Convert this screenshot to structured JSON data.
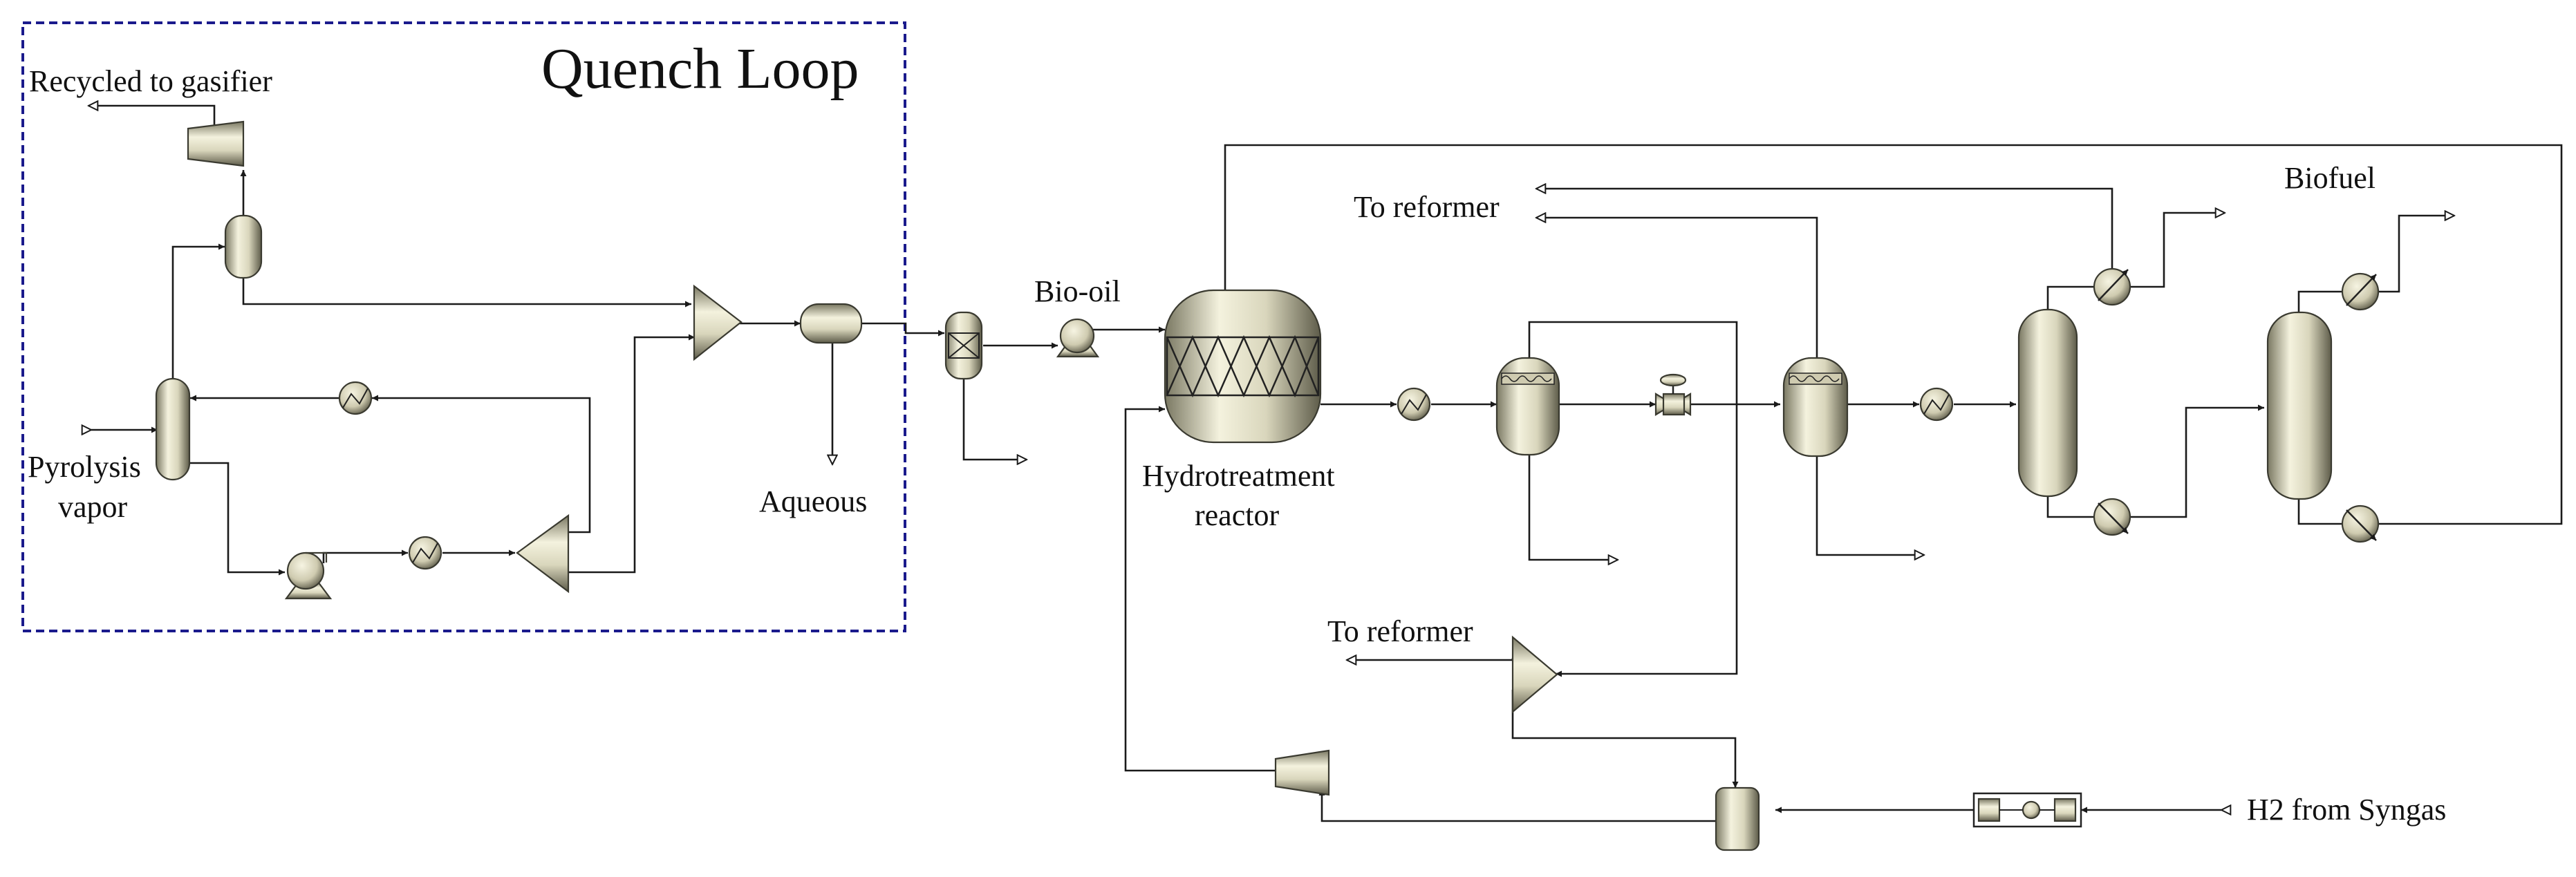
{
  "labels": {
    "quench_loop": "Quench Loop",
    "recycled_to_gasifier": "Recycled to gasifier",
    "pyrolysis_vapor_1": "Pyrolysis",
    "pyrolysis_vapor_2": "vapor",
    "aqueous": "Aqueous",
    "bio_oil": "Bio-oil",
    "hydrotreatment_1": "Hydrotreatment",
    "hydrotreatment_2": "reactor",
    "to_reformer_top": "To reformer",
    "to_reformer_mid": "To reformer",
    "biofuel": "Biofuel",
    "h2_from_syngas": "H2 from Syngas"
  },
  "colors": {
    "quench_border": "#1a1a8c",
    "equipment_light": "#f2f0dc",
    "equipment_dark": "#6e6c58",
    "line": "#1a1a1a"
  },
  "equipment_icons": [
    "column-icon",
    "flash-drum-icon",
    "compressor-icon",
    "mixer-icon",
    "pump-icon",
    "heat-exchanger-icon",
    "splitter-icon",
    "packed-bed-reactor-icon",
    "valve-icon",
    "distillation-column-icon",
    "condenser-icon",
    "reboiler-icon",
    "psa-unit-icon"
  ]
}
